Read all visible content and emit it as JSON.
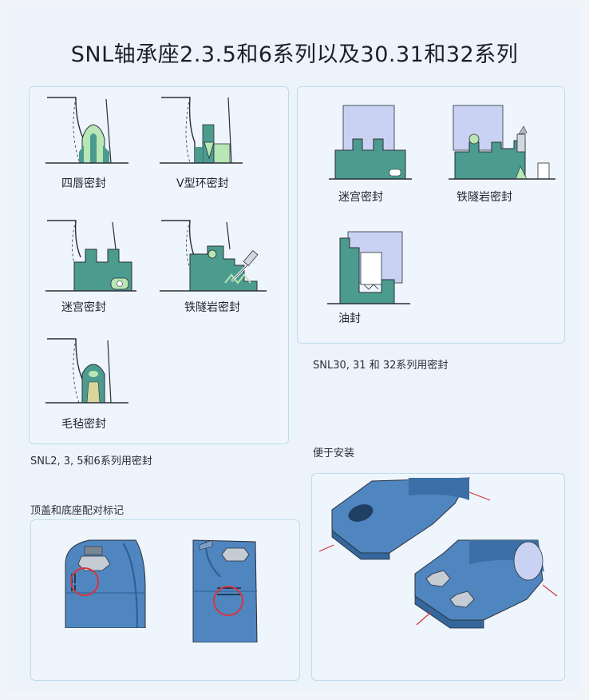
{
  "title": "SNL轴承座2.3.5和6系列以及30.31和32系列",
  "left_seals": {
    "items": [
      {
        "label": "四唇密封"
      },
      {
        "label": "V型环密封"
      },
      {
        "label": "迷宫密封"
      },
      {
        "label": "铁隧岩密封"
      },
      {
        "label": "毛毡密封"
      }
    ],
    "caption": "SNL2, 3, 5和6系列用密封"
  },
  "right_seals": {
    "items": [
      {
        "label": "迷宫密封"
      },
      {
        "label": "铁隧岩密封"
      },
      {
        "label": "油封"
      }
    ],
    "caption": "SNL30, 31 和 32系列用密封"
  },
  "sections": {
    "marking": "顶盖和底座配对标记",
    "easy_install": "便于安装"
  },
  "colors": {
    "seal_dark": "#4c9b8f",
    "seal_light": "#b8e6b4",
    "housing_blue": "#4f86bf",
    "shaft_lavender": "#c9d2f2",
    "panel_border": "#bfdcec",
    "marker_red": "#d9343c"
  }
}
